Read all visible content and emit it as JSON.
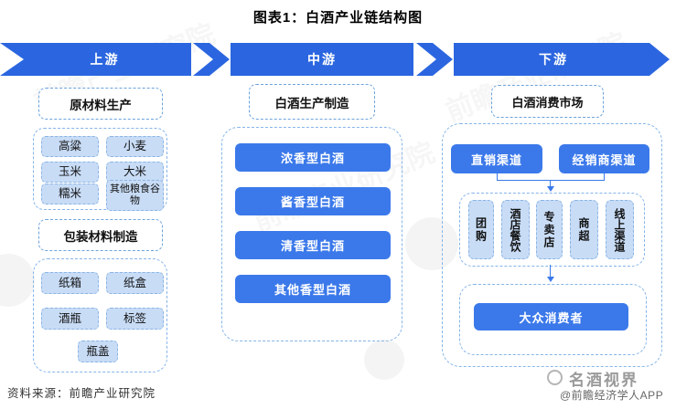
{
  "title": "图表1：白酒产业链结构图",
  "stages": [
    "上游",
    "中游",
    "下游"
  ],
  "upstream": {
    "header_materials": "原材料生产",
    "materials": [
      "高粱",
      "小麦",
      "玉米",
      "大米",
      "糯米",
      "其他粮食谷物"
    ],
    "header_packaging": "包装材料制造",
    "packaging": [
      "纸箱",
      "纸盒",
      "酒瓶",
      "标签",
      "瓶盖"
    ]
  },
  "midstream": {
    "header": "白酒生产制造",
    "products": [
      "浓香型白酒",
      "酱香型白酒",
      "清香型白酒",
      "其他香型白酒"
    ]
  },
  "downstream": {
    "header": "白酒消费市场",
    "primary_channels": [
      "直销渠道",
      "经销商渠道"
    ],
    "sub_channels": [
      "团购",
      "酒店餐饮",
      "专卖店",
      "商超",
      "线上渠道"
    ],
    "consumer": "大众消费者"
  },
  "footer": {
    "source": "资料来源：前瞻产业研究院",
    "brand": "名酒视界",
    "credit": "@前瞻经济学人APP"
  },
  "watermark": {
    "text": "前瞻产业研究院"
  },
  "colors": {
    "band_blue": "#2b66e0",
    "button_blue": "#3b79ea",
    "chip_fill": "#c8dcf6",
    "dashed_border": "#85b4ea",
    "text_dark": "#111111",
    "gray_brand": "#9a9a9a"
  }
}
